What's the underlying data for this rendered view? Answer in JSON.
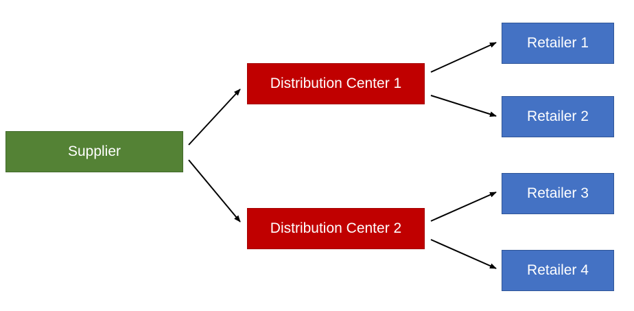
{
  "diagram": {
    "nodes": {
      "supplier": {
        "label": "Supplier",
        "color": "#548235"
      },
      "dc1": {
        "label": "Distribution Center 1",
        "color": "#c00000"
      },
      "dc2": {
        "label": "Distribution Center 2",
        "color": "#c00000"
      },
      "retailer1": {
        "label": "Retailer 1",
        "color": "#4472c4"
      },
      "retailer2": {
        "label": "Retailer 2",
        "color": "#4472c4"
      },
      "retailer3": {
        "label": "Retailer 3",
        "color": "#4472c4"
      },
      "retailer4": {
        "label": "Retailer 4",
        "color": "#4472c4"
      }
    },
    "edges": [
      {
        "from": "supplier",
        "to": "dc1"
      },
      {
        "from": "supplier",
        "to": "dc2"
      },
      {
        "from": "dc1",
        "to": "retailer1"
      },
      {
        "from": "dc1",
        "to": "retailer2"
      },
      {
        "from": "dc2",
        "to": "retailer3"
      },
      {
        "from": "dc2",
        "to": "retailer4"
      }
    ]
  }
}
